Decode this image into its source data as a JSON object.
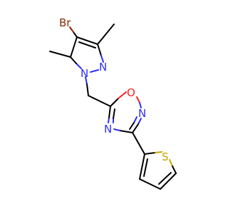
{
  "molecule": {
    "atoms": {
      "br": "Br",
      "n_pyrazole_1": "N",
      "n_pyrazole_2": "N",
      "o_oxadiazole": "O",
      "n_oxadiazole_2": "N",
      "n_oxadiazole_4": "N",
      "s_thiophene": "S"
    }
  },
  "colors": {
    "carbon_bond": "#000000",
    "nitrogen": "#2f2ff6",
    "oxygen": "#ff1f1f",
    "sulfur": "#c8a400",
    "bromine": "#8a2a00"
  }
}
